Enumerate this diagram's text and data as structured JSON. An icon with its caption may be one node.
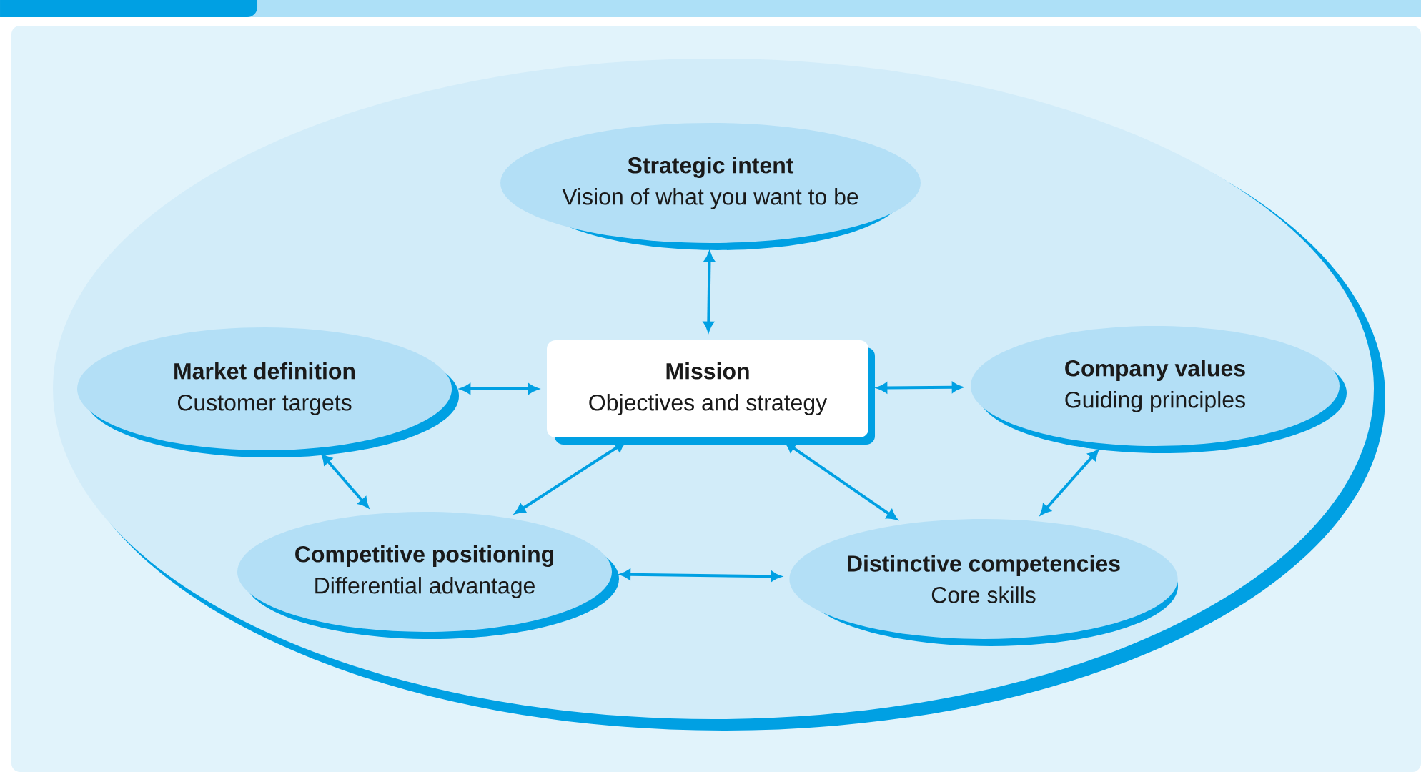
{
  "diagram": {
    "nodes": [
      {
        "text": [
          "Strategic intent",
          "Vision of what you want to be"
        ]
      },
      {
        "text": [
          "Market definition",
          "Customer targets"
        ]
      },
      {
        "text": [
          "Mission",
          "Objectives and strategy"
        ]
      },
      {
        "text": [
          "Company values",
          "Guiding principles"
        ]
      },
      {
        "text": [
          "Competitive positioning",
          "Differential advantage"
        ]
      },
      {
        "text": [
          "Distinctive competencies",
          "Core skills"
        ]
      }
    ],
    "edges": [
      {
        "from": 0,
        "to": 2,
        "arrow": "both"
      },
      {
        "from": 1,
        "to": 2,
        "arrow": "both"
      },
      {
        "from": 2,
        "to": 3,
        "arrow": "both"
      },
      {
        "from": 1,
        "to": 4,
        "arrow": "both"
      },
      {
        "from": 2,
        "to": 4,
        "arrow": "both"
      },
      {
        "from": 2,
        "to": 5,
        "arrow": "both"
      },
      {
        "from": 3,
        "to": 5,
        "arrow": "both"
      },
      {
        "from": 4,
        "to": 5,
        "arrow": "both"
      }
    ]
  }
}
